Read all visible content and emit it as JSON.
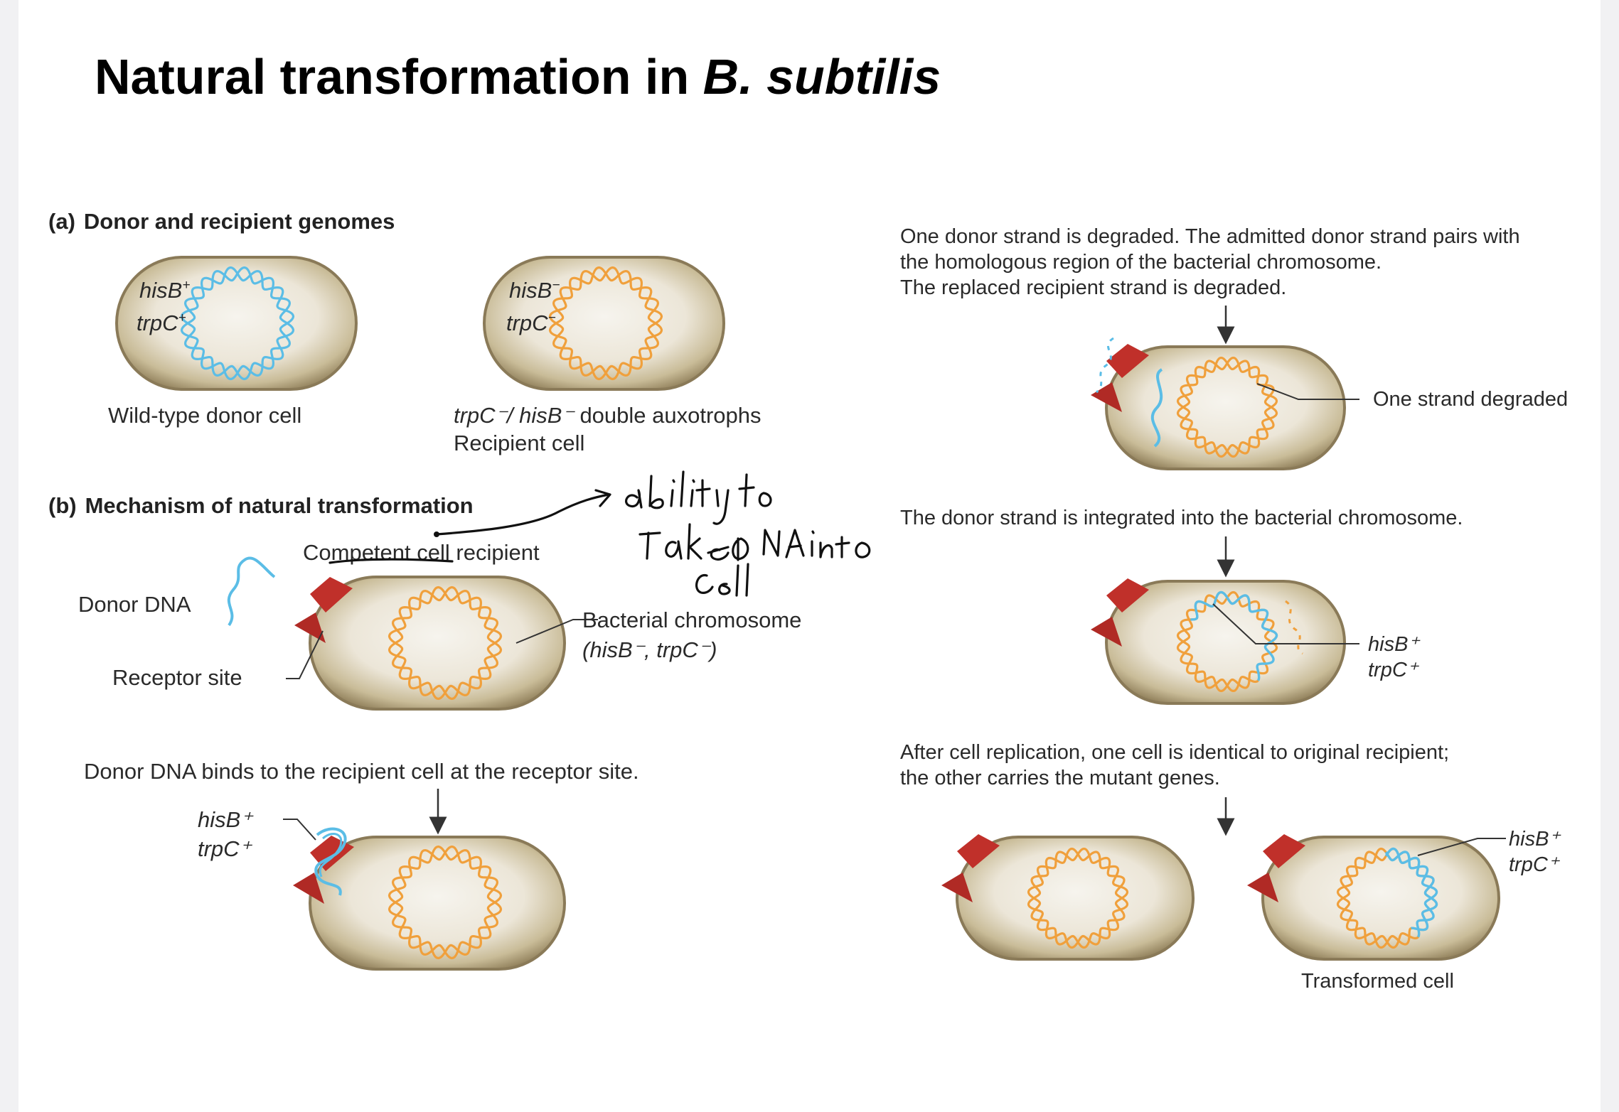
{
  "title": {
    "main": "Natural transformation in ",
    "species": "B. subtilis"
  },
  "panel_a": {
    "heading_letter": "(a)",
    "heading_text": "Donor and recipient genomes",
    "donor": {
      "gene1": "hisB",
      "gene1_sup": "+",
      "gene2": "trpC",
      "gene2_sup": "+",
      "caption": "Wild-type donor cell"
    },
    "recipient": {
      "gene1": "hisB",
      "gene1_sup": "−",
      "gene2": "trpC",
      "gene2_sup": "−",
      "caption_italic": "trpC⁻/ hisB⁻",
      "caption_rest": " double auxotrophs",
      "caption_line2": "Recipient cell"
    }
  },
  "panel_b": {
    "heading_letter": "(b)",
    "heading_text": "Mechanism of natural transformation",
    "competent_label": "Competent cell recipient",
    "donor_dna_label": "Donor DNA",
    "receptor_label": "Receptor site",
    "chromosome_label": "Bacterial chromosome",
    "chromosome_genes": "(hisB⁻, trpC⁻)",
    "step1_text": "Donor DNA binds to the recipient cell at the receptor site.",
    "step1_gene1": "hisB⁺",
    "step1_gene2": "trpC⁺"
  },
  "right_column": {
    "step2_line1": "One donor strand is degraded. The admitted donor strand pairs with",
    "step2_line2": "the homologous region of the bacterial chromosome.",
    "step2_line3": "The replaced recipient strand is degraded.",
    "degraded_label": "One strand degraded",
    "step3_text": "The donor strand is integrated into the bacterial chromosome.",
    "step3_gene1": "hisB⁺",
    "step3_gene2": "trpC⁺",
    "step4_line1": "After cell replication, one cell is identical to original recipient;",
    "step4_line2": "the other carries the mutant genes.",
    "step4_gene1": "hisB⁺",
    "step4_gene2": "trpC⁺",
    "transformed_label": "Transformed cell"
  },
  "handwritten_note": "ability to take DNA into cell",
  "colors": {
    "donor_dna": "#5bbde6",
    "chromosome": "#f0a03c",
    "receptor": "#c0302a",
    "cell_rim": "#8a7a58"
  }
}
